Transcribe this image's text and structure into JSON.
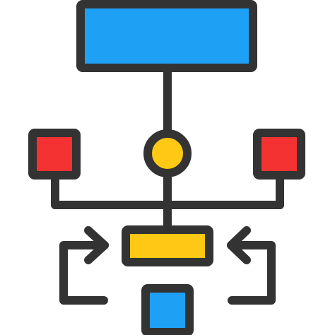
{
  "icon": {
    "name": "workflow-diagram-icon",
    "colors": {
      "outline": "#333333",
      "blue": "#1EA0F5",
      "red": "#F53232",
      "yellow": "#FFC814"
    },
    "nodes": [
      {
        "name": "top-rectangle-node",
        "shape": "rectangle",
        "color": "blue"
      },
      {
        "name": "center-circle-node",
        "shape": "circle",
        "color": "yellow"
      },
      {
        "name": "left-square-node",
        "shape": "square",
        "color": "red"
      },
      {
        "name": "right-square-node",
        "shape": "square",
        "color": "red"
      },
      {
        "name": "middle-bar-node",
        "shape": "rectangle",
        "color": "yellow"
      },
      {
        "name": "bottom-square-node",
        "shape": "square",
        "color": "blue"
      }
    ],
    "arrows": [
      {
        "name": "left-loop-arrow",
        "direction": "right"
      },
      {
        "name": "right-loop-arrow",
        "direction": "left"
      }
    ]
  }
}
